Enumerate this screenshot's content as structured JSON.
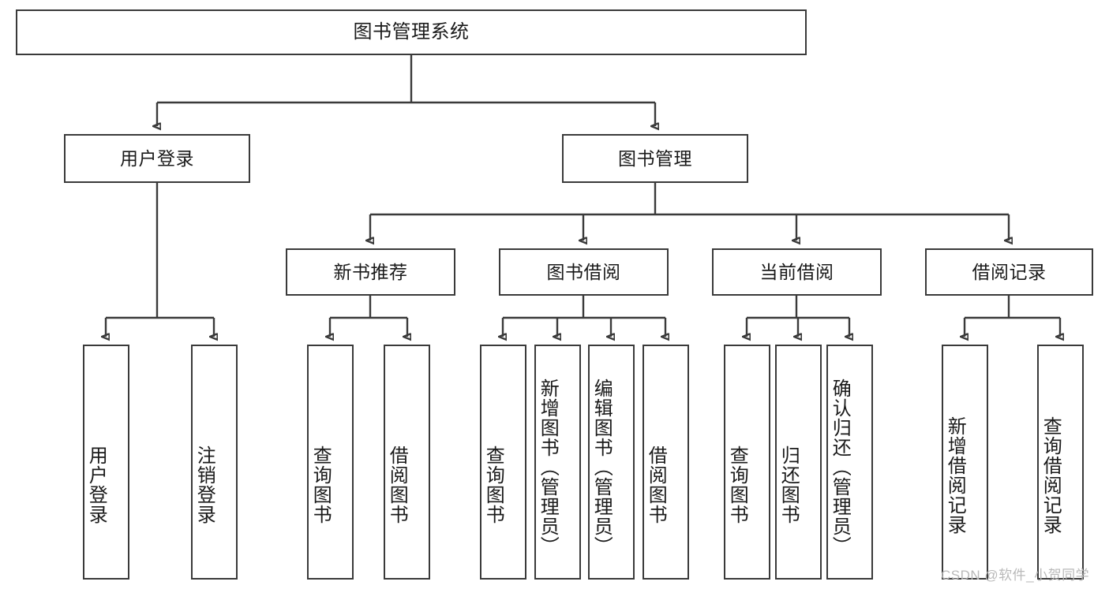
{
  "diagram": {
    "type": "hierarchy-tree",
    "title": "图书管理系统",
    "root": {
      "id": "root",
      "label": "图书管理系统"
    },
    "level2": [
      {
        "id": "user-login",
        "label": "用户登录"
      },
      {
        "id": "book-manage",
        "label": "图书管理"
      }
    ],
    "level3": [
      {
        "id": "new-book-rec",
        "label": "新书推荐",
        "parent": "book-manage"
      },
      {
        "id": "book-borrow",
        "label": "图书借阅",
        "parent": "book-manage"
      },
      {
        "id": "current-borrow",
        "label": "当前借阅",
        "parent": "book-manage"
      },
      {
        "id": "borrow-record",
        "label": "借阅记录",
        "parent": "book-manage"
      }
    ],
    "leaves": {
      "user_login": [
        {
          "id": "leaf-user-login",
          "label": "用户登录"
        },
        {
          "id": "leaf-user-logout",
          "label": "注销登录"
        }
      ],
      "new_book_rec": [
        {
          "id": "leaf-query-book-1",
          "label": "查询图书"
        },
        {
          "id": "leaf-borrow-book-1",
          "label": "借阅图书"
        }
      ],
      "book_borrow": [
        {
          "id": "leaf-query-book-2",
          "label": "查询图书"
        },
        {
          "id": "leaf-add-book",
          "label": "新增图书（管理员）"
        },
        {
          "id": "leaf-edit-book",
          "label": "编辑图书（管理员）"
        },
        {
          "id": "leaf-borrow-book-2",
          "label": "借阅图书"
        }
      ],
      "current_borrow": [
        {
          "id": "leaf-query-book-3",
          "label": "查询图书"
        },
        {
          "id": "leaf-return-book",
          "label": "归还图书"
        },
        {
          "id": "leaf-confirm-return",
          "label": "确认归还（管理员）"
        }
      ],
      "borrow_record": [
        {
          "id": "leaf-add-record",
          "label": "新增借阅记录"
        },
        {
          "id": "leaf-query-record",
          "label": "查询借阅记录"
        }
      ]
    }
  },
  "watermark": {
    "text": "CSDN @软件_小贺同学"
  },
  "colors": {
    "box_border": "#3a3a3a",
    "box_fill": "#ffffff",
    "connector": "#3a3a3a",
    "text": "#1a1a1a",
    "watermark": "#b9b9b9",
    "background": "#ffffff"
  }
}
